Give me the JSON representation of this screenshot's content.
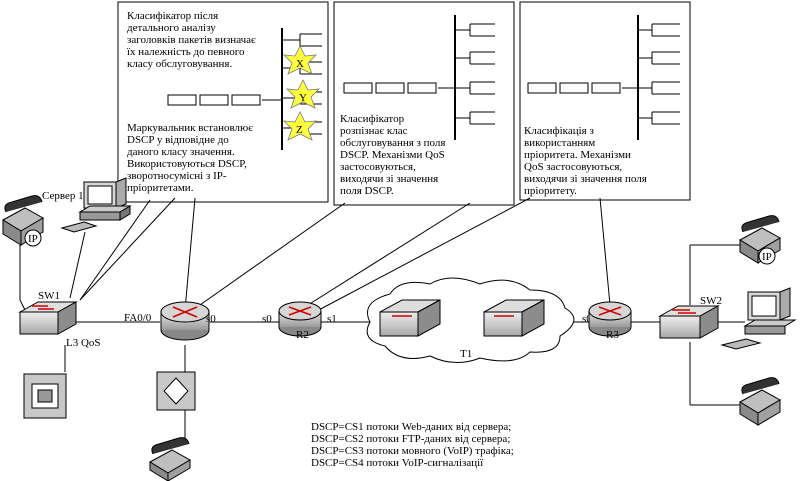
{
  "callouts": [
    {
      "id": "classifier-r1",
      "top_lines": [
        "Класифікатор після",
        "детального аналізу",
        "заголовків пакетів визначає",
        "їх належність до певного",
        "класу обслуговування."
      ],
      "bottom_lines": [
        "Маркувальник встановлює",
        "DSCP у відповідне до",
        "даного класу значення.",
        "Використовуються DSCP,",
        "зворотносумісні з IP-",
        "пріоритетами."
      ],
      "marks": [
        "X",
        "Y",
        "Z"
      ]
    },
    {
      "id": "classifier-r2",
      "lines": [
        "Класифікатор",
        "розпізнає клас",
        "обслуговування з поля",
        "DSCP. Механізми QoS",
        "застосовуються,",
        "виходячи зі значення",
        "поля DSCP."
      ]
    },
    {
      "id": "classifier-r3",
      "lines": [
        "Класифікація з",
        "використанням",
        "пріоритета. Механізми",
        "QoS застосовуються,",
        "виходячи зі значення поля",
        "пріоритету."
      ]
    }
  ],
  "devices": {
    "server_label": "Сервер 1",
    "sw1_label": "SW1",
    "sw1_sub": "L3 QoS",
    "fa_label": "FA0/0",
    "r1_s0": "s0",
    "r2_s0": "s0",
    "r2_label": "R2",
    "r2_s1": "s1",
    "t1_label": "T1",
    "r3_s0": "s0",
    "r3_label": "R3",
    "sw2_label": "SW2",
    "ip_badge_left": "IP",
    "ip_badge_right": "IP"
  },
  "legend": [
    "DSCP=CS1 потоки Web-даних від сервера;",
    "DSCP=CS2 потоки FTP-даних від сервера;",
    "DSCP=CS3 потоки мовного (VoIP) трафіка;",
    "DSCP=CS4 потоки VoIP-сигналізації"
  ]
}
